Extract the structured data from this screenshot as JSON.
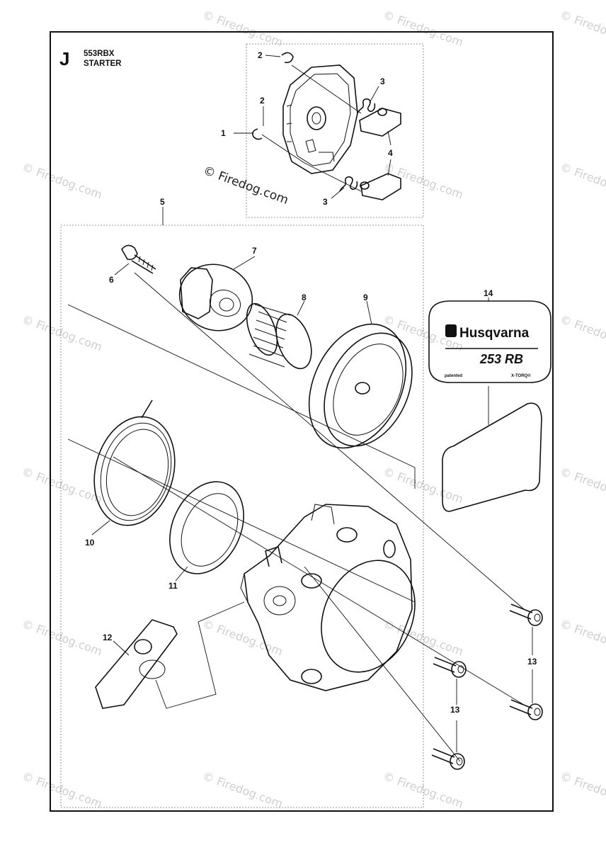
{
  "header": {
    "section_letter": "J",
    "model": "553RBX",
    "title": "STARTER"
  },
  "watermark": {
    "center_text": "© Firedog.com",
    "tile_text": "© Firedog.com"
  },
  "callouts": {
    "c1": "1",
    "c2a": "2",
    "c2b": "2",
    "c3a": "3",
    "c3b": "3",
    "c4": "4",
    "c5": "5",
    "c6": "6",
    "c7": "7",
    "c8": "8",
    "c9": "9",
    "c10": "10",
    "c11": "11",
    "c12": "12",
    "c13a": "13",
    "c13b": "13",
    "c14": "14"
  },
  "decal": {
    "brand": "Husqvarna",
    "model": "253 RB",
    "left_note": "patented",
    "right_note": "X-TORQ®"
  },
  "colors": {
    "line": "#111111",
    "watermark": "#cfcfcf",
    "background": "#ffffff"
  }
}
